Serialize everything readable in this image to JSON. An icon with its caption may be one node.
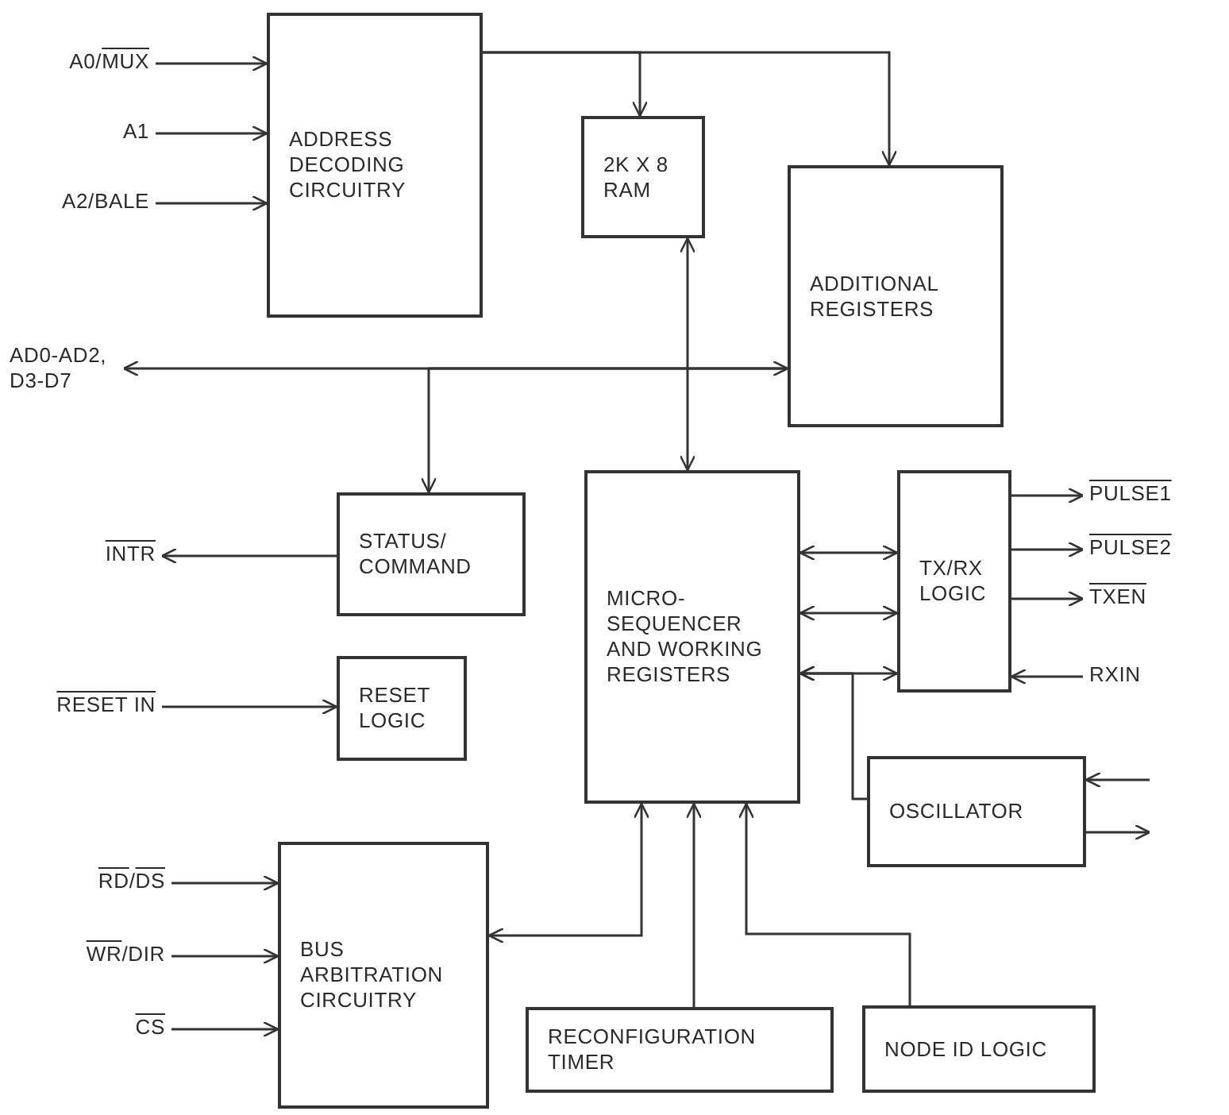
{
  "diagram": {
    "nodes": [
      {
        "text": [
          "A0/MUX"
        ]
      },
      {
        "text": [
          "A1"
        ]
      },
      {
        "text": [
          "A2/BALE"
        ]
      },
      {
        "text": [
          "ADDRESS DECODING CIRCUITRY"
        ]
      },
      {
        "text": [
          "2K X 8 RAM"
        ]
      },
      {
        "text": [
          "ADDITIONAL REGISTERS"
        ]
      },
      {
        "text": [
          "AD0-AD2, D3-D7"
        ]
      },
      {
        "text": [
          "INTR"
        ]
      },
      {
        "text": [
          "STATUS/ COMMAND"
        ]
      },
      {
        "text": [
          "RESET IN"
        ]
      },
      {
        "text": [
          "RESET LOGIC"
        ]
      },
      {
        "text": [
          "MICRO-SEQUENCER AND WORKING REGISTERS"
        ]
      },
      {
        "text": [
          "TX/RX LOGIC"
        ]
      },
      {
        "text": [
          "PULSE1"
        ]
      },
      {
        "text": [
          "PULSE2"
        ]
      },
      {
        "text": [
          "TXEN"
        ]
      },
      {
        "text": [
          "RXIN"
        ]
      },
      {
        "text": [
          "OSCILLATOR"
        ]
      },
      {
        "text": [
          "RD/DS"
        ]
      },
      {
        "text": [
          "WR/DIR"
        ]
      },
      {
        "text": [
          "CS"
        ]
      },
      {
        "text": [
          "BUS ARBITRATION CIRCUITRY"
        ]
      },
      {
        "text": [
          "RECONFIGURATION TIMER"
        ]
      },
      {
        "text": [
          "NODE ID LOGIC"
        ]
      }
    ],
    "edges": [
      {
        "from": 0,
        "to": 3,
        "arrow": "to"
      },
      {
        "from": 1,
        "to": 3,
        "arrow": "to"
      },
      {
        "from": 2,
        "to": 3,
        "arrow": "to"
      },
      {
        "from": 3,
        "to": 4,
        "arrow": "to"
      },
      {
        "from": 3,
        "to": 5,
        "arrow": "to"
      },
      {
        "from": 6,
        "to": 5,
        "arrow": "both"
      },
      {
        "from": 5,
        "to": 8,
        "arrow": "to"
      },
      {
        "from": 4,
        "to": 11,
        "arrow": "both"
      },
      {
        "from": 8,
        "to": 7,
        "arrow": "to"
      },
      {
        "from": 9,
        "to": 10,
        "arrow": "to"
      },
      {
        "from": 11,
        "to": 12,
        "arrow": "both"
      },
      {
        "from": 11,
        "to": 12,
        "arrow": "both"
      },
      {
        "from": 11,
        "to": 12,
        "arrow": "both"
      },
      {
        "from": 12,
        "to": 13,
        "arrow": "to"
      },
      {
        "from": 12,
        "to": 14,
        "arrow": "to"
      },
      {
        "from": 12,
        "to": 15,
        "arrow": "to"
      },
      {
        "from": 16,
        "to": 12,
        "arrow": "to"
      },
      {
        "from": 17,
        "to": 11,
        "arrow": "to"
      },
      {
        "from": null,
        "to": 17,
        "arrow": "to"
      },
      {
        "from": 17,
        "to": null,
        "arrow": "to"
      },
      {
        "from": 18,
        "to": 21,
        "arrow": "to"
      },
      {
        "from": 19,
        "to": 21,
        "arrow": "to"
      },
      {
        "from": 20,
        "to": 21,
        "arrow": "to"
      },
      {
        "from": 11,
        "to": 21,
        "arrow": "both"
      },
      {
        "from": 22,
        "to": 11,
        "arrow": "to"
      },
      {
        "from": 23,
        "to": 11,
        "arrow": "to"
      }
    ]
  }
}
